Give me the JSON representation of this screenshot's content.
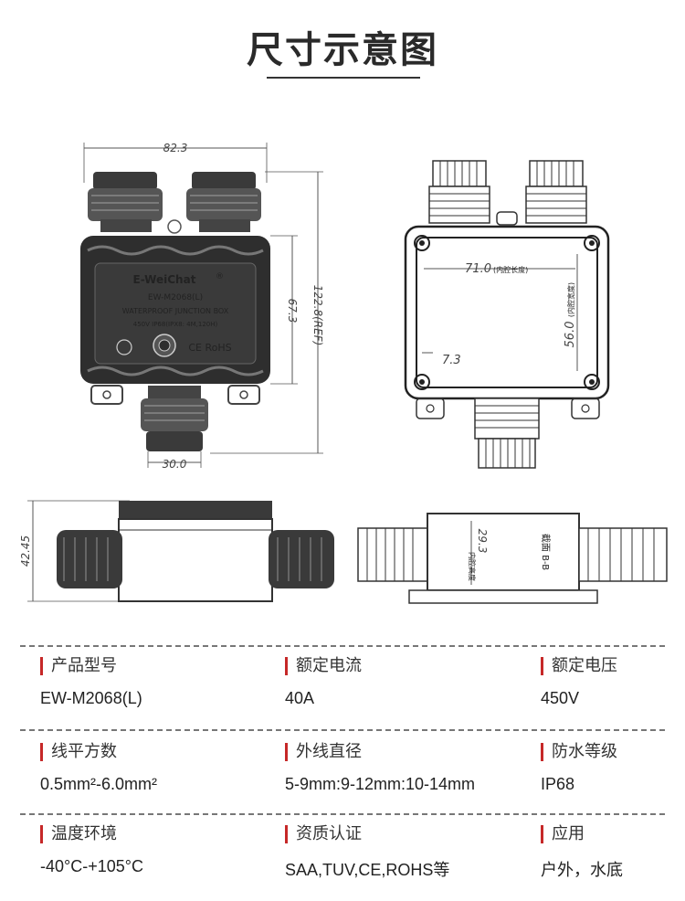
{
  "title": "尺寸示意图",
  "front_view": {
    "dim_width": "82.3",
    "dim_body_height": "67.3",
    "dim_total_height": "122.8(REF)",
    "dim_gland_width": "30.0",
    "brand": "E-WeiChat",
    "brand_mark": "®",
    "model": "EW-M2068(L)",
    "product_name": "WATERPROOF JUNCTION BOX",
    "rating_line": "450V  IP68(IPX8: 4M,120H)",
    "cert_marks": "CE RoHS"
  },
  "back_view": {
    "dim_inner_length": "71.0",
    "dim_inner_length_note": "(内腔长度)",
    "dim_inner_width": "56.0",
    "dim_inner_width_note": "(内腔宽度)",
    "dim_depth": "7.3"
  },
  "side_view": {
    "dim_height": "42.45"
  },
  "section_view": {
    "dim_inner_height": "29.3",
    "dim_inner_height_note": "内腔高度",
    "section_label": "截面 B-B"
  },
  "specs": [
    {
      "label": "产品型号",
      "value": "EW-M2068(L)"
    },
    {
      "label": "额定电流",
      "value": "40A"
    },
    {
      "label": "额定电压",
      "value": "450V"
    },
    {
      "label": "线平方数",
      "value_html": "0.5mm²-6.0mm²",
      "value": "0.5mm2-6.0mm2"
    },
    {
      "label": "外线直径",
      "value": "5-9mm:9-12mm:10-14mm"
    },
    {
      "label": "防水等级",
      "value": "IP68"
    },
    {
      "label": "温度环境",
      "value": "-40°C-+105°C"
    },
    {
      "label": "资质认证",
      "value": "SAA,TUV,CE,ROHS等"
    },
    {
      "label": "应用",
      "value": "户外，水底"
    }
  ]
}
